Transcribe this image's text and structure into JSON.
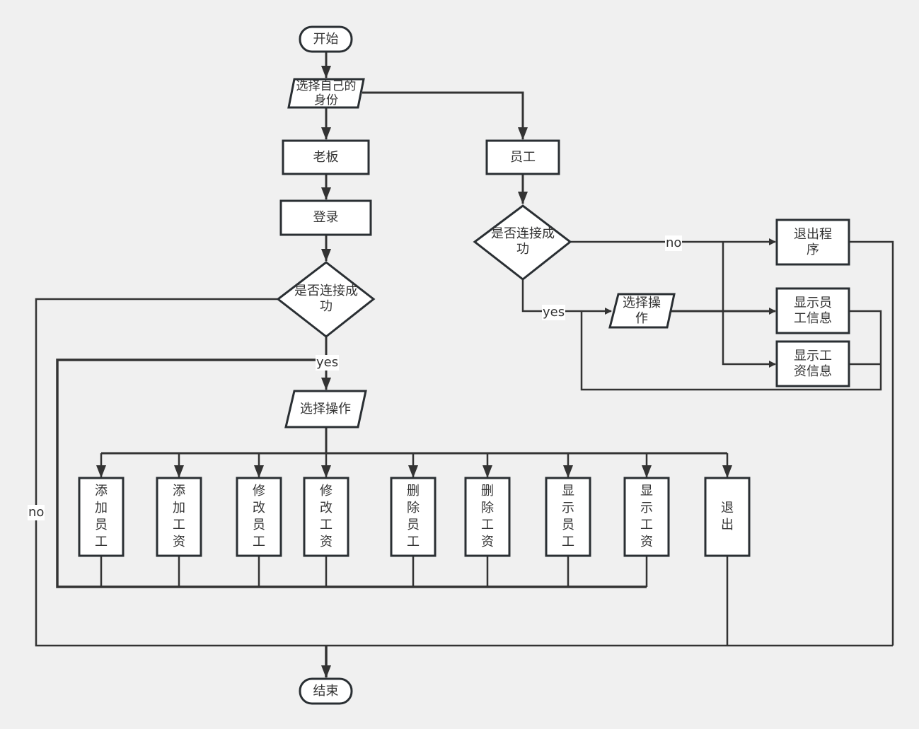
{
  "diagram": {
    "start": "开始",
    "select_identity": "选择自己的身份",
    "boss": "老板",
    "employee": "员工",
    "login": "登录",
    "boss_connected": "是否连接成功",
    "emp_connected": "是否连接成功",
    "boss_select_op": "选择操作",
    "emp_select_op": "选择操作",
    "exit_program": "退出程序",
    "show_emp_info": "显示员工信息",
    "show_salary_info": "显示工资信息",
    "ops": [
      "添加员工",
      "添加工资",
      "修改员工",
      "修改工资",
      "删除员工",
      "删除工资",
      "显示员工",
      "显示工资",
      "退出"
    ],
    "end": "结束",
    "labels": {
      "yes": "yes",
      "no": "no"
    }
  }
}
